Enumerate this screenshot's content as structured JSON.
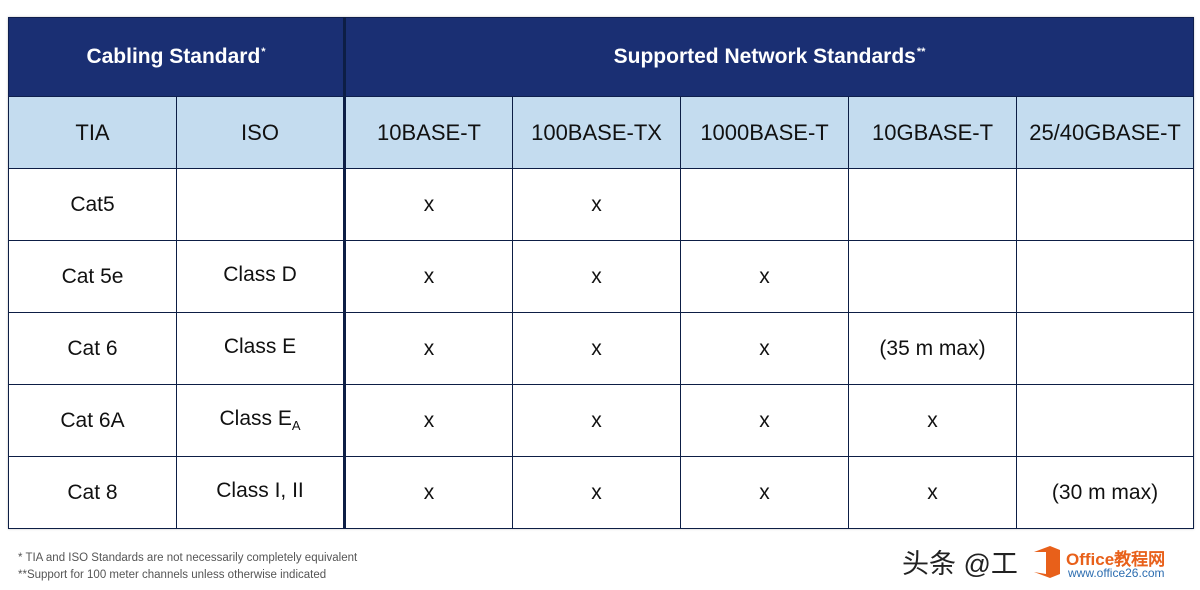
{
  "header": {
    "group_cabling": "Cabling Standard",
    "group_cabling_mark": "*",
    "group_network": "Supported Network Standards",
    "group_network_mark": "**",
    "sub_tia": "TIA",
    "sub_iso": "ISO",
    "net_columns": [
      "10BASE-T",
      "100BASE-TX",
      "1000BASE-T",
      "10GBASE-T",
      "25/40GBASE-T"
    ]
  },
  "rows": [
    {
      "tia": "Cat5",
      "iso": "",
      "iso_sub": "",
      "cells": [
        "x",
        "x",
        "",
        "",
        ""
      ]
    },
    {
      "tia": "Cat 5e",
      "iso": "Class D",
      "iso_sub": "",
      "cells": [
        "x",
        "x",
        "x",
        "",
        ""
      ]
    },
    {
      "tia": "Cat 6",
      "iso": "Class E",
      "iso_sub": "",
      "cells": [
        "x",
        "x",
        "x",
        "(35 m max)",
        ""
      ]
    },
    {
      "tia": "Cat 6A",
      "iso": "Class E",
      "iso_sub": "A",
      "cells": [
        "x",
        "x",
        "x",
        "x",
        ""
      ]
    },
    {
      "tia": "Cat 8",
      "iso": "Class I, II",
      "iso_sub": "",
      "cells": [
        "x",
        "x",
        "x",
        "x",
        "(30 m max)"
      ]
    }
  ],
  "footnotes": [
    "* TIA and ISO Standards are not necessarily completely equivalent",
    "**Support for 100 meter channels unless otherwise indicated"
  ],
  "watermark": {
    "text": "头条 @工",
    "brand": "Office教程网",
    "url": "www.office26.com"
  },
  "colors": {
    "header_dark": "#1a2f73",
    "header_light": "#c4dcef",
    "logo_orange": "#e8601a"
  }
}
